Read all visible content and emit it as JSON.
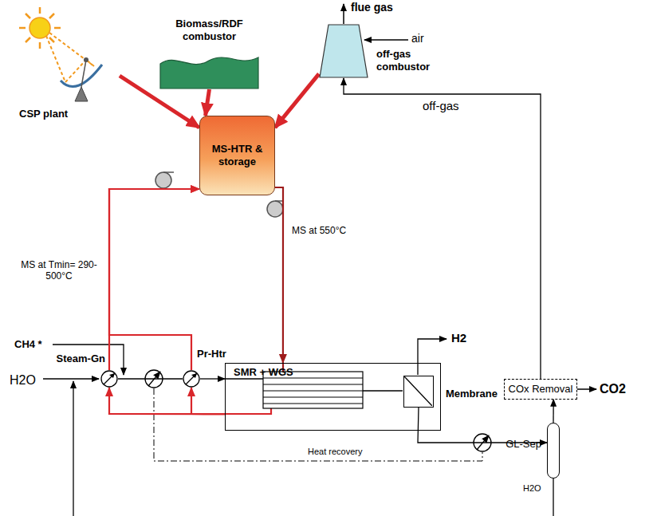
{
  "diagram": {
    "nodes": [
      {
        "text": [
          "CSP plant"
        ]
      },
      {
        "text": [
          "Biomass/RDF combustor"
        ]
      },
      {
        "text": [
          "off-gas combustor"
        ]
      },
      {
        "text": [
          "MS-HTR & storage"
        ]
      },
      {
        "text": [
          "Steam-Gn"
        ]
      },
      {
        "text": [
          "Pr-Htr"
        ]
      },
      {
        "text": [
          "SMR + WGS"
        ]
      },
      {
        "text": [
          "Membrane"
        ],
        "in": 6
      },
      {
        "text": [
          "GL-Sep"
        ]
      },
      {
        "text": [
          "COx Removal"
        ]
      }
    ],
    "edges": [
      {
        "from": 0,
        "to": 3,
        "arrow": "to"
      },
      {
        "from": 1,
        "to": 3,
        "arrow": "to"
      },
      {
        "from": 2,
        "to": 3,
        "arrow": "to"
      },
      {
        "from": 3,
        "to": 6,
        "arrow": "to"
      },
      {
        "from": 4,
        "to": 3,
        "arrow": "to"
      },
      {
        "from": 5,
        "to": 3,
        "arrow": "to"
      },
      {
        "from": 6,
        "to": 4,
        "arrow": "to"
      },
      {
        "from": 6,
        "to": 5,
        "arrow": "to"
      },
      {
        "from": 4,
        "to": 5,
        "arrow": "none"
      },
      {
        "from": 5,
        "to": 6,
        "arrow": "to"
      },
      {
        "from": 7,
        "to": 8,
        "arrow": "to"
      },
      {
        "from": 8,
        "to": 9,
        "arrow": "to"
      },
      {
        "from": 9,
        "to": 2,
        "arrow": "to"
      }
    ],
    "labels": [
      "flue gas",
      "air",
      "off-gas",
      "MS at Tmin= 290-500°C",
      "MS at 550°C",
      "H2",
      "CH4 *",
      "H2O",
      "Heat recovery",
      "H2O",
      "CO2"
    ]
  }
}
